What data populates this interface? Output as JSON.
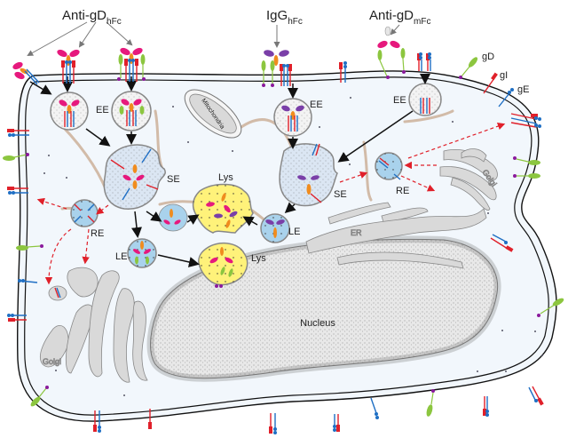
{
  "labels": {
    "ab_hfc_main": "Anti-gD",
    "ab_hfc_sub": "hFc",
    "igg_main": "IgG",
    "igg_sub": "hFc",
    "ab_mfc_main": "Anti-gD",
    "ab_mfc_sub": "mFc",
    "gd": "gD",
    "gi": "gI",
    "ge": "gE",
    "ee1": "EE",
    "ee2": "EE",
    "ee3": "EE",
    "se1": "SE",
    "se2": "SE",
    "re1": "RE",
    "re2": "RE",
    "le1": "LE",
    "le2": "LE",
    "lys1": "Lys",
    "lys2": "Lys",
    "er": "ER",
    "golgi1": "Golgi",
    "golgi2": "Golgi",
    "mito": "Mitochondria",
    "nucleus": "Nucleus"
  },
  "colors": {
    "gE": "#1f6fc4",
    "gI": "#e0202a",
    "gD": "#8cc63f",
    "fab": "#e6197d",
    "fc_h": "#f08c1e",
    "igg": "#7a3fa8",
    "anchor": "#8b1a9c",
    "early_endosome": "#f3f3f3",
    "sorting_endosome": "#dbe6f3",
    "recycling_endosome": "#a9d2ec",
    "lysosome": "#fff27a",
    "organelle": "#d9d9d9",
    "cytoplasm": "#f2f7fc",
    "actin": "#d2bba8",
    "arrow_red": "#e0202a"
  }
}
